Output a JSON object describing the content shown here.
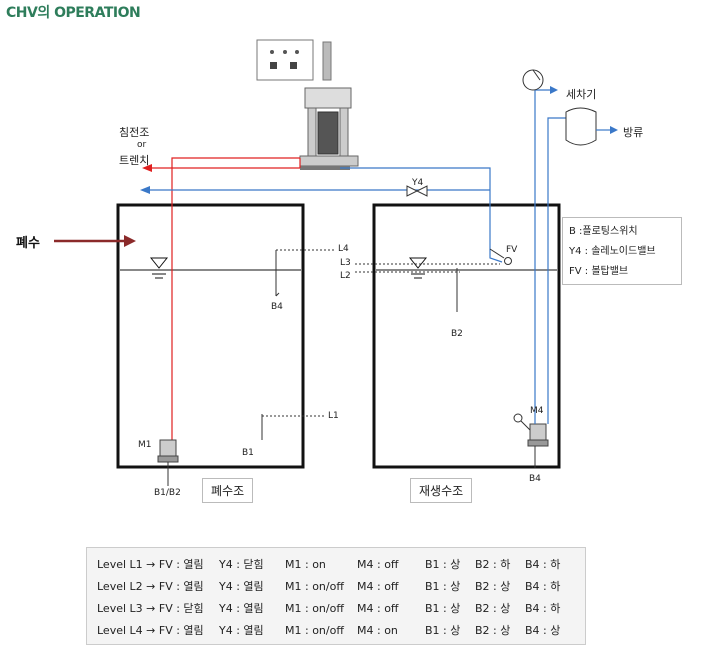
{
  "title": "CHV의 OPERATION",
  "labels": {
    "settling": "침전조",
    "or": "or",
    "trench": "트렌치",
    "wastewater_in": "폐수",
    "washer": "세차기",
    "discharge": "방류",
    "y4": "Y4",
    "fv": "FV",
    "l1": "L1",
    "l2": "L2",
    "l3": "L3",
    "l4": "L4",
    "b1": "B1",
    "b2": "B2",
    "b4_left": "B4",
    "b4_right": "B4",
    "m1": "M1",
    "m4": "M4",
    "b1b2": "B1/B2"
  },
  "tanks": {
    "waste_tank": "폐수조",
    "reclaim_tank": "재생수조"
  },
  "legend": [
    "B :플로팅스위치",
    "Y4 : 솔레노이드밸브",
    "FV : 볼탑밸브"
  ],
  "table": [
    [
      "Level L1 → FV : 열림",
      "Y4 : 닫힘",
      "M1 : on",
      "M4 : off",
      "B1 : 상",
      "B2 : 하",
      "B4 : 하"
    ],
    [
      "Level L2 → FV : 열림",
      "Y4 : 열림",
      "M1 : on/off",
      "M4 : off",
      "B1 : 상",
      "B2 : 상",
      "B4 : 하"
    ],
    [
      "Level L3 → FV : 닫힘",
      "Y4 : 열림",
      "M1 : on/off",
      "M4 : off",
      "B1 : 상",
      "B2 : 상",
      "B4 : 하"
    ],
    [
      "Level L4 → FV : 열림",
      "Y4 : 열림",
      "M1 : on/off",
      "M4 : on",
      "B1 : 상",
      "B2 : 상",
      "B4 : 상"
    ]
  ],
  "colors": {
    "title": "#2e7d5b",
    "red_line": "#e02020",
    "blue_line": "#3a78c8",
    "inlet_arrow": "#8b2a2a"
  }
}
